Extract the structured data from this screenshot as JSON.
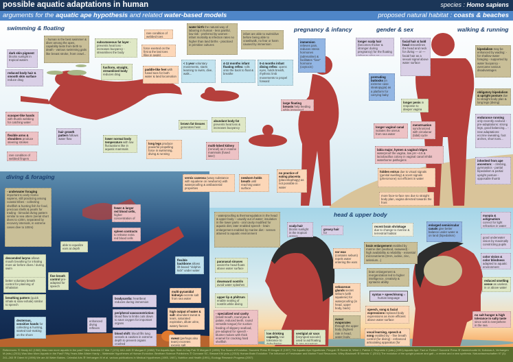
{
  "header": {
    "title": "possible aquatic adaptations in human",
    "species_label": "species : ",
    "species": "Homo sapiens",
    "subtitle_pre": "arguments for the ",
    "subtitle_b1": "aquatic ape hypothesis",
    "subtitle_mid": " and related ",
    "subtitle_b2": "water-based models",
    "habitat_label": "proposed natural habitat : ",
    "habitat": "coasts & beaches"
  },
  "sections": {
    "swimming": "swimming & floating",
    "pregnancy": "pregnancy & infancy",
    "gender": "gender & sex",
    "walking": "walking & running",
    "diving": "diving & foraging",
    "head": "head & upper body"
  },
  "colors": {
    "header": "#1b3658",
    "subheader": "#4f86c8",
    "figure": "#b5403c",
    "footer": "#5a6e2e"
  },
  "boxes": [
    {
      "title": "dark skin pigment",
      "text": " blocks sunlight in tropical waters",
      "color": "purple"
    },
    {
      "title": "reduced body hair & smooth skin surface",
      "text": " reduce drag",
      "color": "purple"
    },
    {
      "title": "",
      "text": "- human is the best swimmer & diver among the apes, capability lasts from birth to death - various swimming gaits like breast stroke, front crawl...",
      "color": "tan"
    },
    {
      "title": "subcutaneous fat layer",
      "text": " - prevents heat loss - increases buoyancy - streamlines the body",
      "color": "green"
    },
    {
      "title": "fusiform, straight, streamlined body",
      "text": " reduces drag",
      "color": "green"
    },
    {
      "title": "",
      "text": "rare condition of webbed toes",
      "color": "peach"
    },
    {
      "title": "",
      "text": "force exerted on the first & the last toes (like in seals)",
      "color": "peach"
    },
    {
      "title": "paddle-like feet",
      "text": " with fused toes for both water & land locomotion",
      "color": "peach"
    },
    {
      "title": "water birth",
      "text": " the natural way of laboring in human - less painful, low risk - preferred by women - infant mortality & infection rates no higher than land births - practiced in primitive cultures",
      "color": "tan"
    },
    {
      "title": "",
      "text": "infant are able to swim/dive before being able to crawl/walk, no fear or harm caused by immersion",
      "color": "tan"
    },
    {
      "title": "< 1 year",
      "text": " voluntary movements, starts learning to swim, dive, walk...",
      "color": "blue"
    },
    {
      "title": "4-12 months infant floating reflex:",
      "text": " rolls onto the back to float & breathe",
      "color": "blue"
    },
    {
      "title": "0-4 months infant diving reflex:",
      "text": " opens eyes, holds breath, rhythmic limb movements to propel forward",
      "color": "blue"
    },
    {
      "title": "scooper-like hands",
      "text": " with thumb webbing for catching water",
      "color": "pink"
    },
    {
      "title": "flexible arms & shoulders",
      "text": " produce steering strokes",
      "color": "pink"
    },
    {
      "title": "",
      "text": "rare condition of webbed fingers",
      "color": "pink"
    },
    {
      "title": "hair growth pattern",
      "text": " follows water flow",
      "color": "purple"
    },
    {
      "title": "lower normal body temperature",
      "text": " with low fluctuations like in aquatic mammals",
      "color": "green"
    },
    {
      "title": "long legs",
      "text": " produce powerful propelling force in swimming, diving & running",
      "color": "peach"
    },
    {
      "title": "brown fat tissues",
      "text": " generates heat",
      "color": "green"
    },
    {
      "title": "abundant body fat",
      "text": " prevents heat loss & increases buoyancy",
      "color": "green"
    },
    {
      "title": "multi-lobed kidney",
      "text": " (reniculi) as in marine mammals (fused later)",
      "color": "pink"
    },
    {
      "title": "vernix caseosa",
      "text": " (waxy substance with squalene on newborns) with waterproofing & antibacterial properties",
      "color": "peach"
    },
    {
      "title": "newborn holds breath",
      "text": " until reaching water surface",
      "color": "peach"
    },
    {
      "title": "no practice of eating placenta",
      "text": " (placentophagy) as not possible in water",
      "color": "peach"
    },
    {
      "title": "large floating breasts",
      "text": " help feeding while immersed",
      "color": "pink"
    },
    {
      "title": "immersion",
      "text": " relieves pain, reduces stress hormones (adrenaline) & facilitates \"love\" hormone (oxytocin)",
      "color": "blue2"
    },
    {
      "title": "longer scalp hair",
      "text": " (becomes thicker & stronger during pregnancy) for the floating infant to cling on",
      "color": "purple"
    },
    {
      "title": "protruding buttocks",
      "text": " (in extreme case steatopygia) as a platform for carrying baby",
      "color": "blue2"
    },
    {
      "title": "facial hair & bald head",
      "text": " streamlines the head and neck for diving — or — facial hair as a sexual signal above water surface",
      "color": "purple"
    },
    {
      "title": "bipedalism",
      "text": " may be enhanced by wading: - for shallow-water foraging - supported by water buoyancy - overcame various disadvantages",
      "color": "tan"
    },
    {
      "title": "longer penis",
      "text": " in response to deeper vagina",
      "color": "green"
    },
    {
      "title": "obligatory bipedalism & upright posture",
      "text": " due to straight body plan & long legs (diving)",
      "color": "tan"
    },
    {
      "title": "endurance running",
      "text": " only recently evolved - pre-adaptations: strong legs, good balancing... - new adaptations: eccrine sweating, foot arches, short toes...",
      "color": "purple"
    },
    {
      "title": "inherited from ape ancestors:",
      "text": " - climbing, gymnastics - partial bipedalism & partial upright posture - opposable thumb",
      "color": "purple"
    },
    {
      "title": "longer vaginal canal",
      "text": " isolates the uterus from sea water",
      "color": "pink"
    },
    {
      "title": "menstruation",
      "text": " synchronized with circalunar (tidal) cycle",
      "color": "pink"
    },
    {
      "title": "labia major, hymen & vaginal ridges",
      "text": " waterproof the vagina, low pH ~4.5 & lactobacillus colony in vaginal canal inhibit waterborne pathogens",
      "color": "pink"
    },
    {
      "title": "hidden estrus",
      "text": " due to visual signals (genital swelling) & scent signals (pheromone) not efficient in water",
      "color": "peach"
    },
    {
      "title": "",
      "text": "more face-to-face sex due to straight body plan, vagina directed towards the front",
      "color": "peach"
    },
    {
      "title": "- underwater foraging",
      "text": " important to early Homo sapiens, still practicing among coastal tribes - collecting shellfish & hunting fish for food, precious shells & pearls for trading - bimodal diving pattern similar to sea otters (serial short dives to ≤20m, separated by recovery intervals, in extreme cases dive to 100m)",
      "color": "tan"
    },
    {
      "title": "fewer & larger red blood cells,",
      "text": " higher concentration of hemoglobin",
      "color": "pink"
    },
    {
      "title": "spleen contracts",
      "text": " to release extra red blood cells",
      "color": "pink"
    },
    {
      "title": "",
      "text": "able to equalize ears at depth",
      "color": "green"
    },
    {
      "title": "descended larynx",
      "text": " allows mouth breathing for inhaling more air before dives / during swim",
      "color": "green"
    },
    {
      "title": "",
      "text": "better voluntary breath control for planning of inhalation",
      "color": "green"
    },
    {
      "title": "breathing pattern",
      "text": " (quick inhale & slow exhale) similar to speech",
      "color": "green"
    },
    {
      "title": "fine breath control",
      "text": " pre-adapted for speech",
      "color": "green"
    },
    {
      "title": "dexterous, sensitive hands",
      "text": " for collecting & hunting, started tool-making on the shore",
      "color": "blue"
    },
    {
      "title": "bradycardia:",
      "text": " heartbeat reduces during immersion",
      "color": "purple"
    },
    {
      "title": "peripheral vasoconstriction:",
      "text": " blood flow to limbs cuts down to save oxygen for important organs",
      "color": "purple"
    },
    {
      "title": "blood shift:",
      "text": " blood fills lung vessels & cavities in extreme depth to prevent organs crushed",
      "color": "purple"
    },
    {
      "title": "",
      "text": "enhanced diving reflexes",
      "color": "purple"
    },
    {
      "title": "flexible backbone",
      "text": " allows lift-based \"dolphin kick\" under water",
      "color": "blue"
    },
    {
      "title": "multi-pyramidal kidneys",
      "text": " excrete salt from sea water",
      "color": "peach"
    },
    {
      "title": "high output of water & salt:",
      "text": " abundant sweat & tears, saturated expiration, dilute urine, watery faeces",
      "color": "peach"
    },
    {
      "title": "sweat",
      "text": " (perhaps also tears) excretes excess salt",
      "color": "peach"
    },
    {
      "title": "",
      "text": "- waterproofing & thermoregulation in the head & upper body – usually out of water; insulation in the lower parts - oral cavity modified for aquatic diet, later enabled speech - brain enlargement enabled by marine diet - senses attuned to aquatic environment",
      "color": "tan"
    },
    {
      "title": "scalp hair",
      "text": " blocks sunlight in the tropical waters",
      "color": "purple"
    },
    {
      "title": "greasy hair",
      "text": " for waterproofing",
      "color": "purple"
    },
    {
      "title": "paranasal sinuses",
      "text": " assist the head floats above water surface",
      "color": "green"
    },
    {
      "title": "downward nostrils",
      "text": " avoid water splashes in",
      "color": "green"
    },
    {
      "title": "upper lip & philtrum",
      "text": " enable sealing of nostrils while diving",
      "color": "green"
    },
    {
      "title": "- specialized oral cavity",
      "text": " (small mouth, round jaw & palate, reduced teeth, round versatile tongue) for suction feeding of slippery seafood, pre-adapted for speech - blunter molars with thick enamel for cracking hard shellfish",
      "color": "pink"
    },
    {
      "title": "low drinking capacity,",
      "text": " low tolerance to dehydration",
      "color": "green"
    },
    {
      "title": "vestigial air sacs",
      "text": " (laryngeal saccule) used to aid floating in ape ancestors",
      "color": "green"
    },
    {
      "title": "ear wax",
      "text": " (contains sebum) repels water entering the ears",
      "color": "peach"
    },
    {
      "title": "sebaceous glands",
      "text": " secret sebum (with squalene) for waterproofing (in head, upper body, back)",
      "color": "peach"
    },
    {
      "title": "sweat evaporates",
      "text": " through the upper body (highest rate in head, upper body, back)",
      "color": "tan"
    },
    {
      "title": "recent brain shrinkage",
      "text": " due to change to riverine & terrestrial habitat",
      "color": "light"
    },
    {
      "title": "brain enlargement",
      "text": " enabled by marine diet (seafood, seaweed) - high availability & reliability - essential micronutrients (DHA, iodine, zinc, selenium...)",
      "color": "tan"
    },
    {
      "title": "",
      "text": "brain enlargement & reorganization led to higher intelligence, creativity & syntactic ability",
      "color": "tan"
    },
    {
      "title": "syntax + speech/song",
      "text": " = human language",
      "color": "syn"
    },
    {
      "title": "speech, song & facial expressions",
      "text": " replaced body expressions as more efficient above water surface",
      "color": "peach"
    },
    {
      "title": "vocal learning, speech & song",
      "text": " enabled by: - fine breath control (for diving) - enhanced articulating apparatus (for aquatic diet)",
      "color": "peach"
    },
    {
      "title": "enlarged semicircular canals",
      "text": " give better balance under water & on land (bipedalism)",
      "color": "blue2"
    },
    {
      "title": "myopia & astigmatism",
      "text": " correct for light refraction in water",
      "color": "purple"
    },
    {
      "title": "",
      "text": "good underwater vision by maximally constricting pupils",
      "color": "purple"
    },
    {
      "title": "color vision & color blindness",
      "text": " adapted to aquatic environment",
      "color": "purple"
    },
    {
      "title": "reduced smelling sense",
      "text": " as useless in or above water",
      "color": "green"
    },
    {
      "title": "no salt hunger & high tolerance in salty taste",
      "text": " since salt is everywhere in the sea",
      "color": "pink"
    }
  ],
  "footer": "References: ① Hardy AC (1960) Was man more aquatic in the past? New Scientist 17 Mar 7 (174): 642–645 ② Morgan E (1982) The Aquatic Ape. Stein & Day Pub ③ Morgan E (1990) The Scars of Evolution. Souvenir Press ④ Morgan E (1997) The Aquatic Ape Hypothesis. Penguin ⑤ Roede M, Wind J, Patrick J, Reynolds V (eds.) (1991) Aquatic Ape: Fact or Fiction? Souvenir Press ⑥ Vaneechoutte M, Kuliukas A, Verhaegen M (eds.) (2011) Was Man More Aquatic in the Past? Fifty Years After Alister Hardy – Waterside Hypotheses of Human Evolution. Bentham Science Publishers ⑦ Cunnane SC, Stewart KM (eds.) (2010) Human Brain Evolution: The Influence of Freshwater and Marine Food Resources. Wiley-Blackwell ⑧ Niemitz C (2010) The evolution of the upright posture and gait – a review and a new synthesis. Naturwissenschaften 97 (3): 241–263 ⑨ Odent M (1996) We are All Water Babies. Celestial Arts ⑩ Verhaegen M et al. various publications in Medical Hypotheses (1985, 1987), Nutrition and Health (1991), Ecology Research Progress (2007)"
}
